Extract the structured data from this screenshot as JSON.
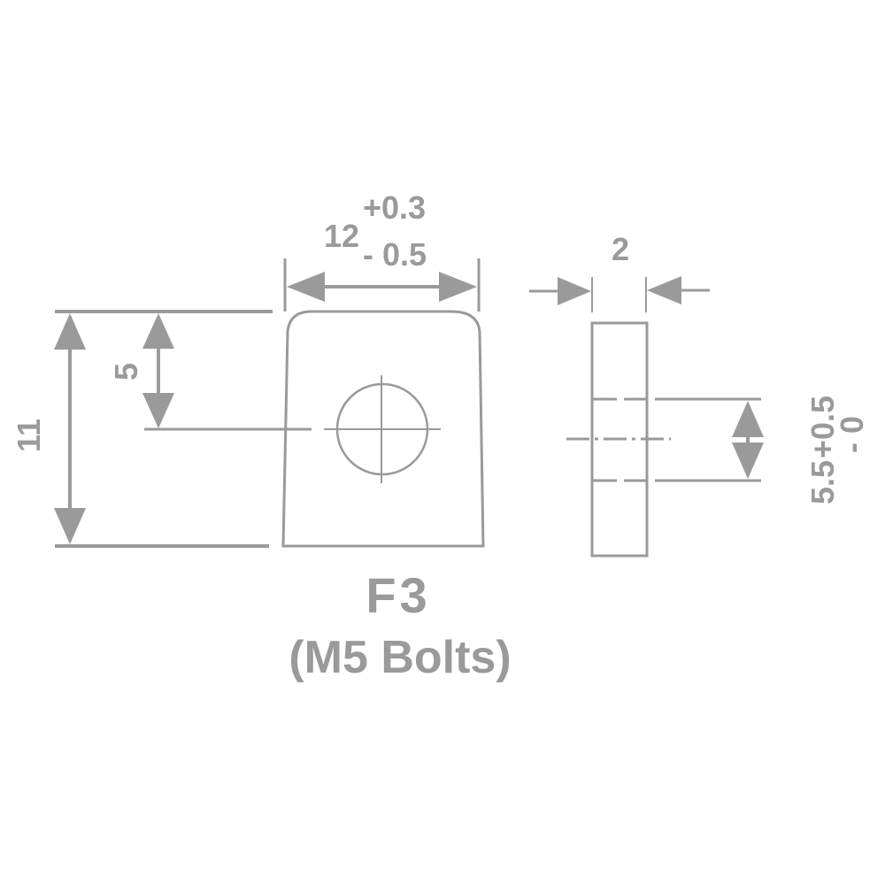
{
  "dims": {
    "width_nominal": "12",
    "width_tol_plus": "+0.3",
    "width_tol_minus": "- 0.5",
    "height_total": "11",
    "hole_center": "5",
    "thickness": "2",
    "hole_diameter_nominal": "5.5",
    "hole_tol_plus": "+0.5",
    "hole_tol_minus": "- 0"
  },
  "label": {
    "title": "F3",
    "subtitle": "(M5 Bolts)"
  },
  "colors": {
    "line": "#9a9a9a",
    "background": "#ffffff"
  }
}
